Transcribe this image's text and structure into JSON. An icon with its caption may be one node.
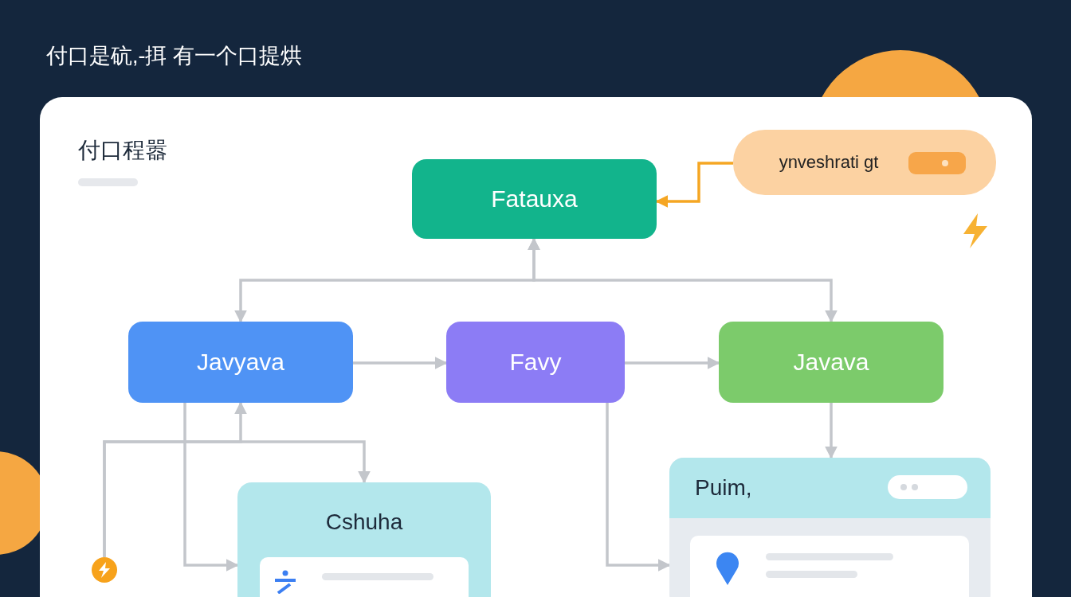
{
  "diagram": {
    "nodes": [
      {
        "text": [
          "付口程嚣"
        ]
      },
      {
        "text": [
          "Fatauxa"
        ],
        "in": 0
      },
      {
        "text": [
          "ynveshrati gt"
        ],
        "in": 0
      },
      {
        "text": [
          "Javyava"
        ],
        "in": 0
      },
      {
        "text": [
          "Favy"
        ],
        "in": 0
      },
      {
        "text": [
          "Javava"
        ],
        "in": 0
      },
      {
        "text": [
          "Cshuha"
        ],
        "in": 0
      },
      {
        "text": [
          "Puim,"
        ],
        "in": 0
      },
      {
        "text": [],
        "shape": "circle",
        "in": 0
      }
    ],
    "edges": [
      {
        "from": 2,
        "to": 1,
        "arrow": "to",
        "color": "#f5a623"
      },
      {
        "from": 1,
        "to": 3,
        "arrow": "both"
      },
      {
        "from": 1,
        "to": 5,
        "arrow": "both"
      },
      {
        "from": 3,
        "to": 4,
        "arrow": "to"
      },
      {
        "from": 4,
        "to": 5,
        "arrow": "to"
      },
      {
        "from": 3,
        "to": 6,
        "arrow": "to"
      },
      {
        "from": 8,
        "to": 3,
        "arrow": "to"
      },
      {
        "from": 8,
        "to": 6,
        "arrow": "to"
      },
      {
        "from": 4,
        "to": 7,
        "arrow": "to"
      },
      {
        "from": 5,
        "to": 7,
        "arrow": "to"
      }
    ],
    "labels": [
      "付口是砊,-挕 有一个口提烘"
    ]
  }
}
